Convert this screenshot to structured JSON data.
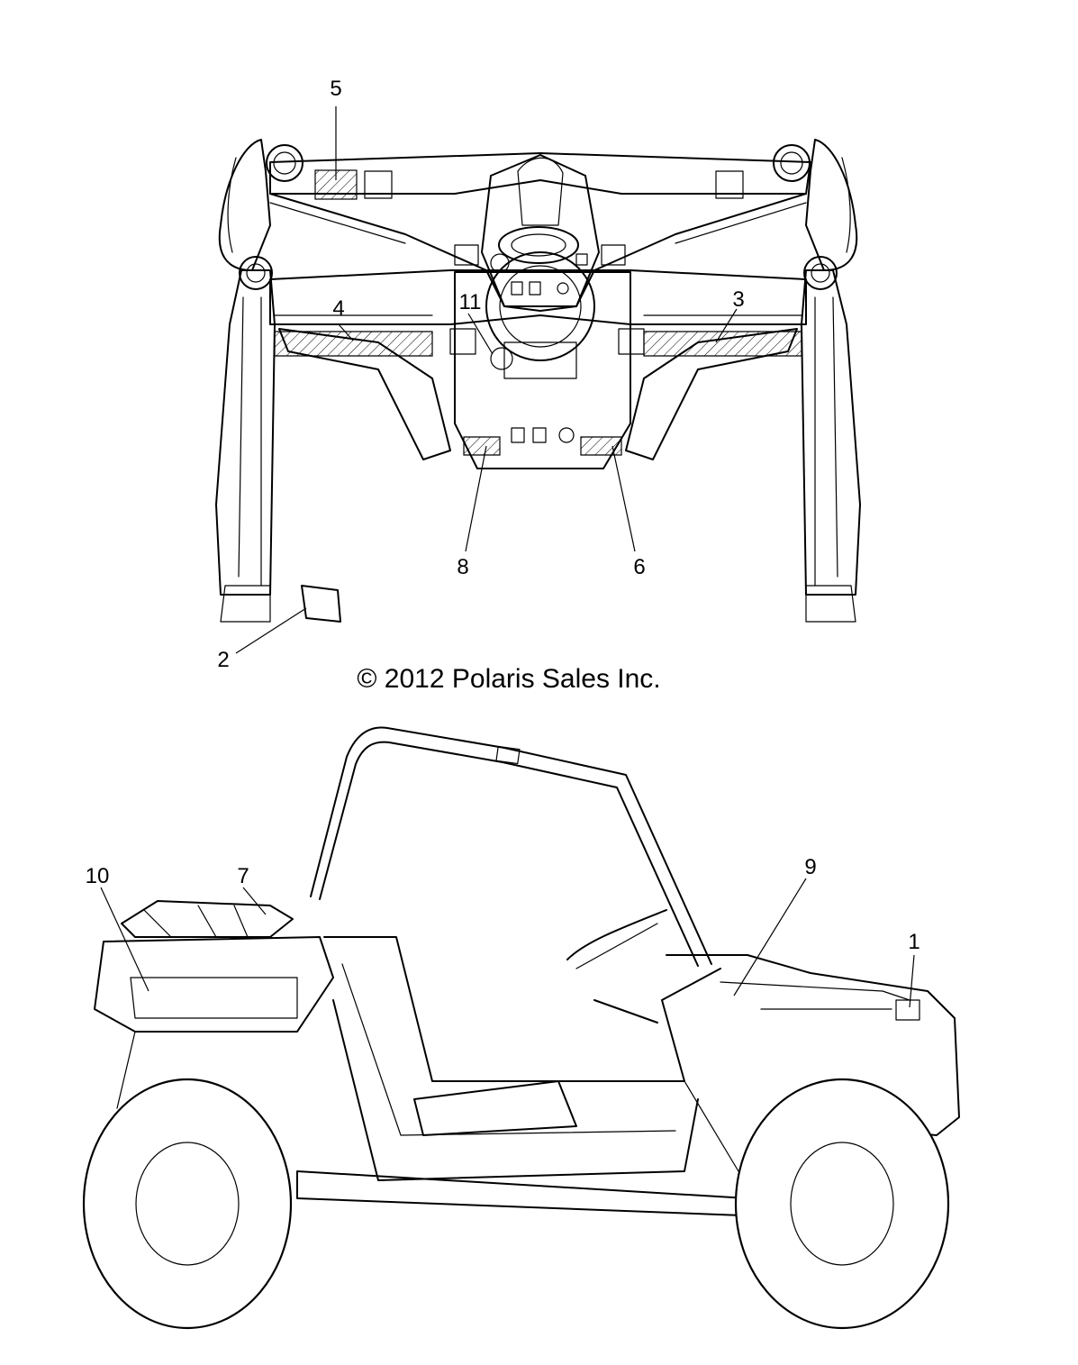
{
  "copyright": "© 2012 Polaris Sales Inc.",
  "callouts": {
    "c1": "1",
    "c2": "2",
    "c3": "3",
    "c4": "4",
    "c5": "5",
    "c6": "6",
    "c7": "7",
    "c8": "8",
    "c9": "9",
    "c10": "10",
    "c11": "11"
  }
}
